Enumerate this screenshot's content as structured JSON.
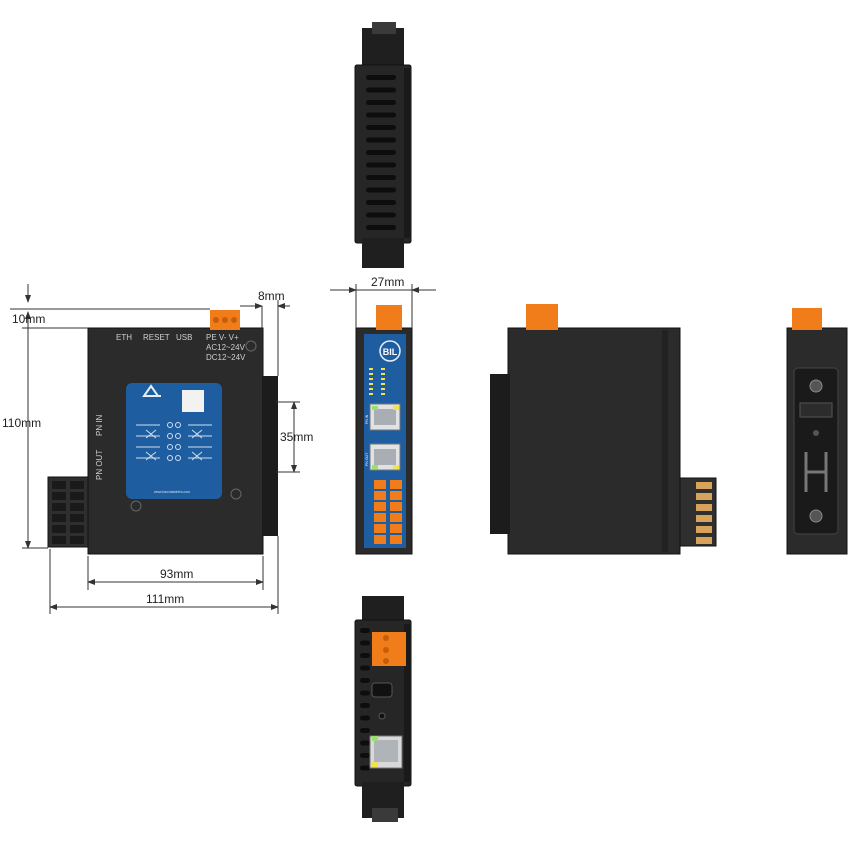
{
  "front_view": {
    "port_labels": {
      "eth": "ETH",
      "reset": "RESET",
      "usb": "USB"
    },
    "power_labels": {
      "terminals": "PE V- V+",
      "ac": "AC12~24V",
      "dc": "DC12~24V"
    },
    "side_labels": {
      "pn_in": "PN IN",
      "pn_out": "PN OUT"
    },
    "website": "www.baoxiatoinfra.com"
  },
  "side_view": {
    "logo": "BIL",
    "port_labels": [
      "PN IN",
      "PN OUT"
    ]
  },
  "dimensions": {
    "top_offset": "10mm",
    "height": "110mm",
    "rail_depth": "8mm",
    "rail_width": "35mm",
    "body_width": "93mm",
    "total_width": "111mm",
    "module_width": "27mm"
  },
  "colors": {
    "housing": "#2b2b2b",
    "housing_dark": "#1e1e1e",
    "connector_orange": "#f07d1a",
    "panel_blue": "#1e5d9f",
    "dimension_line": "#333333"
  }
}
